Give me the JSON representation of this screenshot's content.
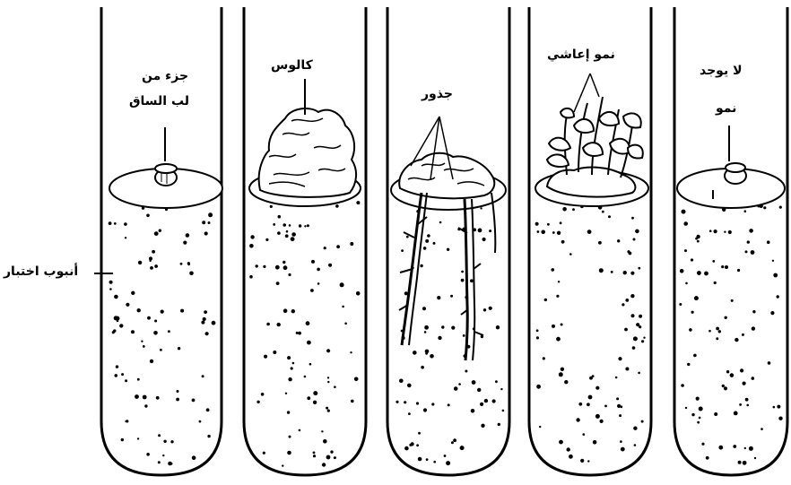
{
  "labels": {
    "explant_line1": "جزء من",
    "explant_line2": "لب الساق",
    "callus": "كالوس",
    "roots": "جذور",
    "shoots": "نمو إعاشي",
    "no_growth_line1": "لا يوجد",
    "no_growth_line2": "نمو",
    "test_tube": "أنبوب اختبار"
  },
  "colors": {
    "ink": "#000000",
    "background": "#ffffff"
  }
}
